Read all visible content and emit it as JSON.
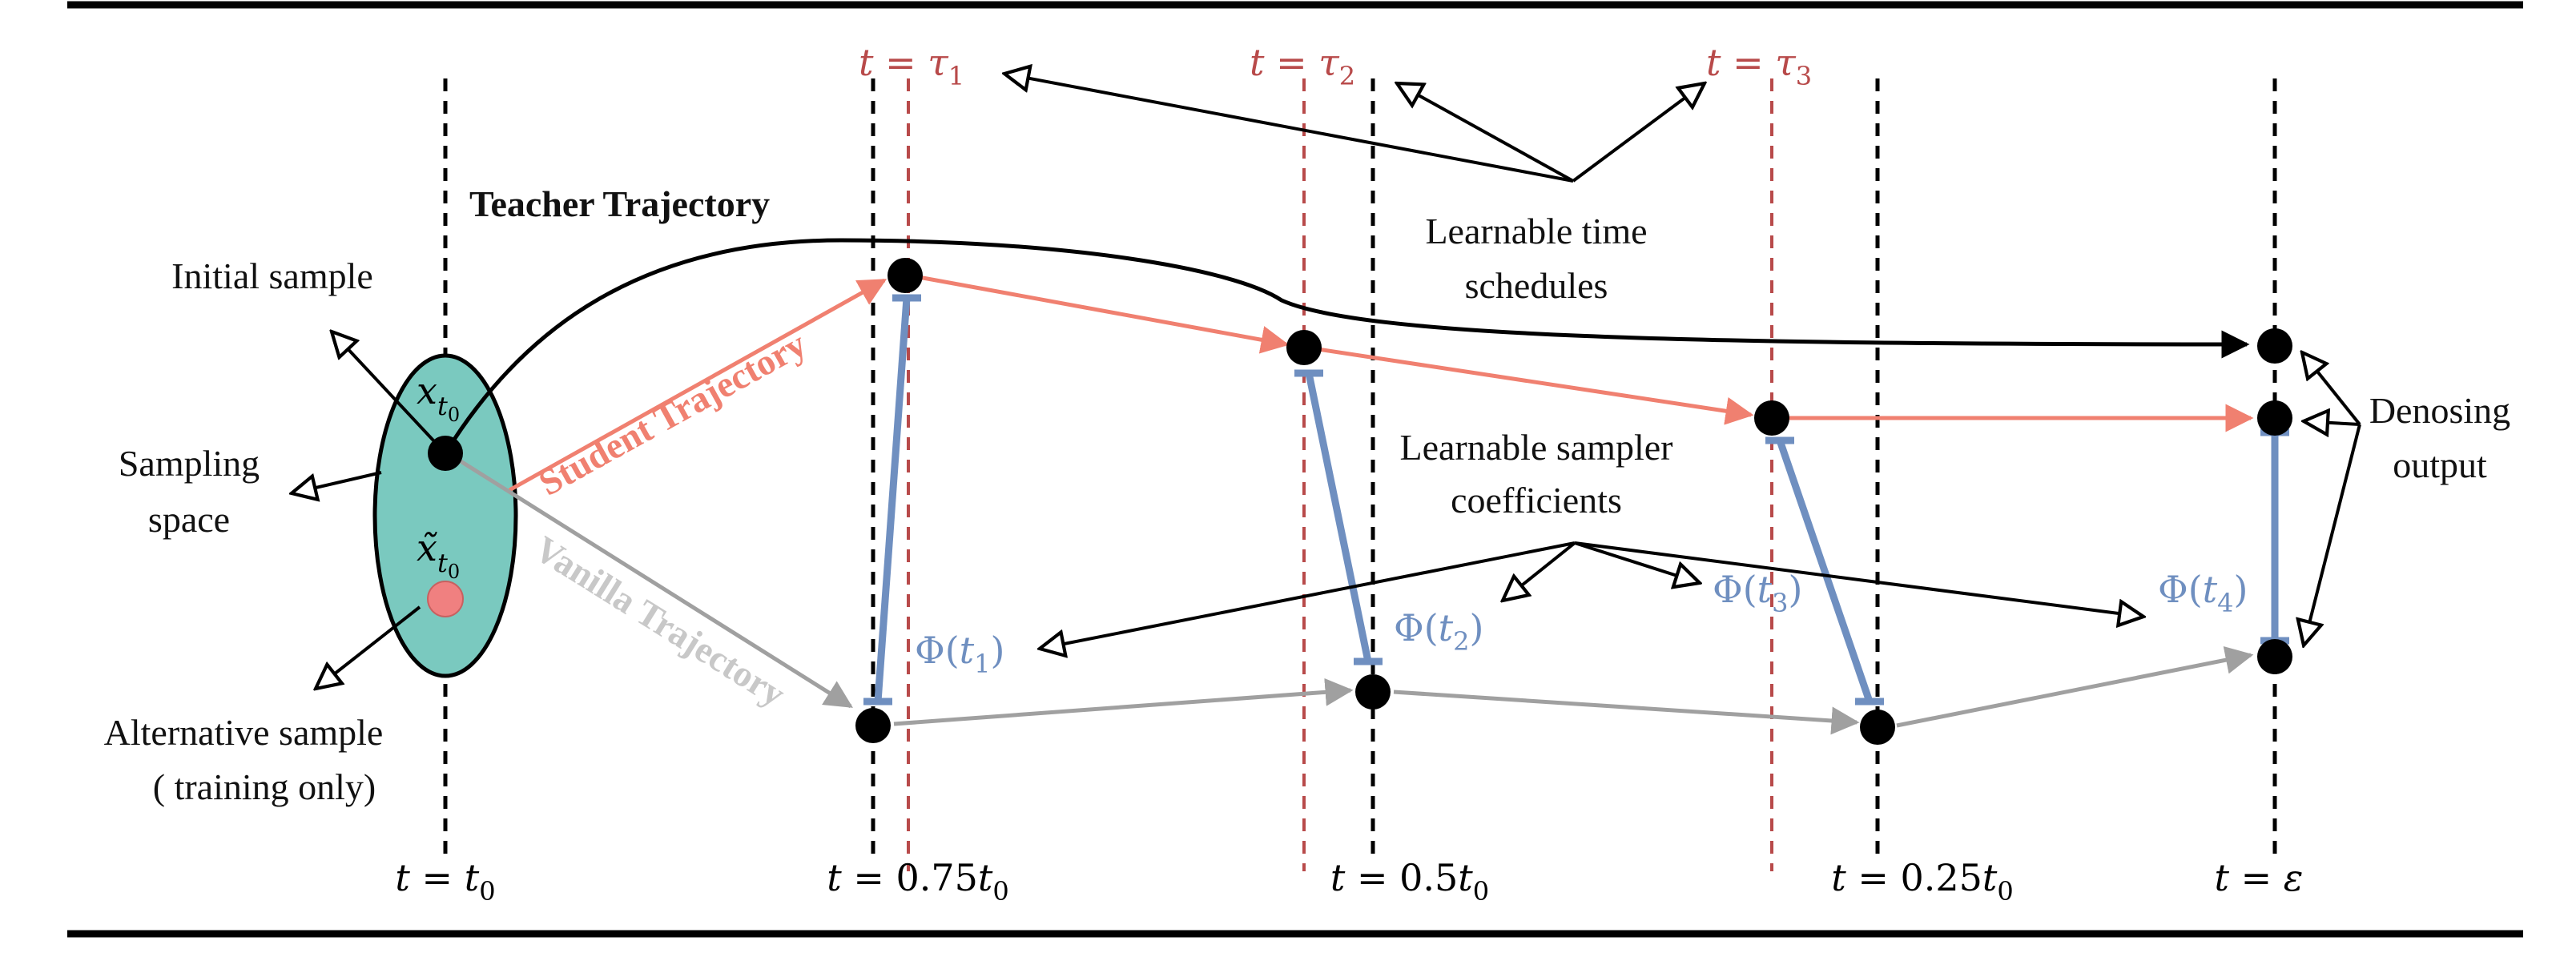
{
  "colors": {
    "black": "#000000",
    "student": "#f08070",
    "vanilla": "#a0a0a0",
    "vanilla_text": "#c8c8c8",
    "sampler": "#6f8fc0",
    "tau": "#b84a4a",
    "ellipse_fill": "#7ac9bf",
    "alt_sample": "#f08080"
  },
  "labels": {
    "teacher": "Teacher Trajectory",
    "student": "Student Trajectory",
    "vanilla": "Vanilla Trajectory",
    "initial_sample": "Initial sample",
    "sampling_space_1": "Sampling",
    "sampling_space_2": "space",
    "alternative_1": "Alternative sample",
    "alternative_2": "( training only)",
    "time_schedules_1": "Learnable time",
    "time_schedules_2": "schedules",
    "sampler_coeffs_1": "Learnable sampler",
    "sampler_coeffs_2": "coefficients",
    "denoising_1": "Denosing",
    "denoising_2": "output"
  },
  "math": {
    "x_t0": {
      "base": "x",
      "sub": "t",
      "subsub": "0"
    },
    "xtilde_t0": {
      "base": "x̃",
      "sub": "t",
      "subsub": "0"
    },
    "tau": [
      {
        "lhs": "t",
        "rhs": "τ",
        "sub": "1"
      },
      {
        "lhs": "t",
        "rhs": "τ",
        "sub": "2"
      },
      {
        "lhs": "t",
        "rhs": "τ",
        "sub": "3"
      }
    ],
    "phi": [
      {
        "fn": "Φ",
        "arg": "t",
        "sub": "1"
      },
      {
        "fn": "Φ",
        "arg": "t",
        "sub": "2"
      },
      {
        "fn": "Φ",
        "arg": "t",
        "sub": "3"
      },
      {
        "fn": "Φ",
        "arg": "t",
        "sub": "4"
      }
    ],
    "time_axis": [
      {
        "lhs": "t",
        "coef": "",
        "var": "t",
        "sub": "0"
      },
      {
        "lhs": "t",
        "coef": "0.75",
        "var": "t",
        "sub": "0"
      },
      {
        "lhs": "t",
        "coef": "0.5",
        "var": "t",
        "sub": "0"
      },
      {
        "lhs": "t",
        "coef": "0.25",
        "var": "t",
        "sub": "0"
      },
      {
        "lhs": "t",
        "coef": "",
        "var": "ε",
        "sub": ""
      }
    ]
  }
}
